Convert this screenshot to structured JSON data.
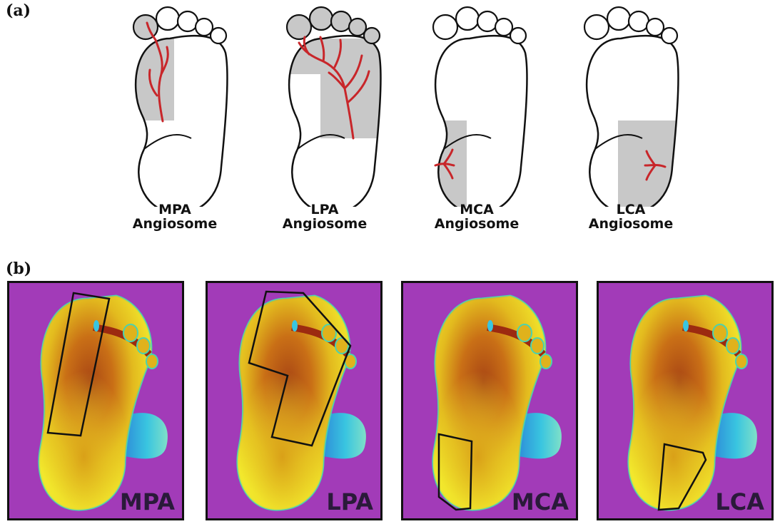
{
  "panels": {
    "a": {
      "label": "(a)"
    },
    "b": {
      "label": "(b)"
    }
  },
  "diagrams": [
    {
      "code": "MPA",
      "word": "Angiosome"
    },
    {
      "code": "LPA",
      "word": "Angiosome"
    },
    {
      "code": "MCA",
      "word": "Angiosome"
    },
    {
      "code": "LCA",
      "word": "Angiosome"
    }
  ],
  "thermograms": [
    {
      "label": "MPA"
    },
    {
      "label": "LPA"
    },
    {
      "label": "MCA"
    },
    {
      "label": "LCA"
    }
  ],
  "colors": {
    "region_fill": "#c8c8c8",
    "artery": "#c8262a",
    "outline": "#111111",
    "thermo_bg": "#a23bb8",
    "thermo_hot": "#9c2a10",
    "thermo_warm": "#e0b21c",
    "thermo_mid": "#f2e82c"
  }
}
